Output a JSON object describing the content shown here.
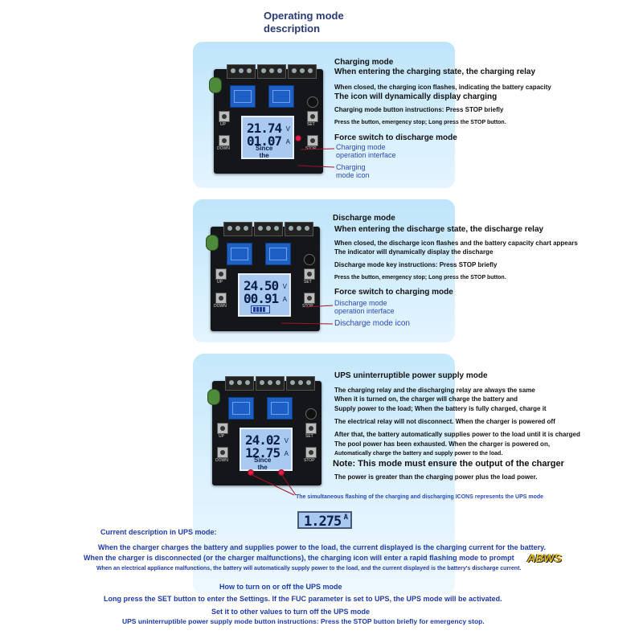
{
  "title": {
    "line1": "Operating mode",
    "line2": "description"
  },
  "panel1": {
    "lcd": {
      "row1": "21.74",
      "unit1": "V",
      "row2": "01.07",
      "unit2": "A",
      "since": "Since\nthe"
    },
    "heading": "Charging mode",
    "lines": [
      "When entering the charging state, the charging relay",
      "When closed, the charging icon flashes, indicating the battery capacity",
      "The icon will dynamically display charging",
      "Charging mode button instructions: Press STOP briefly",
      "Press the button, emergency stop; Long press the STOP button.",
      "Force switch to discharge mode"
    ],
    "ann1": {
      "line1": "Charging mode",
      "line2": "operation interface"
    },
    "ann2": {
      "line1": "Charging",
      "line2": "mode icon"
    }
  },
  "panel2": {
    "lcd": {
      "row1": "24.50",
      "unit1": "V",
      "row2": "00.91",
      "unit2": "A"
    },
    "heading": "Discharge mode",
    "lines": [
      "When entering the discharge state, the discharge relay",
      "When closed, the discharge icon flashes and the battery capacity chart appears",
      "The indicator will dynamically display the discharge",
      "Discharge mode key instructions: Press STOP briefly",
      "Press the button, emergency stop; Long press the STOP button.",
      "Force switch to charging mode"
    ],
    "ann1": {
      "line1": "Discharge mode",
      "line2": "operation interface"
    },
    "ann2": "Discharge mode icon"
  },
  "panel3": {
    "lcd": {
      "row1": "24.02",
      "unit1": "V",
      "row2": "12.75",
      "unit2": "A",
      "since": "Since\nthe"
    },
    "heading": "UPS uninterruptible power supply mode",
    "lines": [
      "The charging relay and the discharging relay are always the same",
      "When it is turned on, the charger will charge the battery and",
      "Supply power to the load; When the battery is fully charged, charge it",
      "The electrical relay will not disconnect. When the charger is powered off",
      "After that, the battery automatically supplies power to the load until it is charged",
      "The pool power has been exhausted. When the charger is powered on,",
      "Automatically charge the battery and supply power to the load.",
      "Note: This mode must ensure the output of the charger",
      "The power is greater than the charging power plus the load power."
    ],
    "caption": "The simultaneous flashing of the charging and discharging ICONS represents the UPS mode"
  },
  "small_lcd": {
    "value": "1.275",
    "unit": "A"
  },
  "current": {
    "heading": "Current description in UPS mode:",
    "lines": [
      "When the charger charges the battery and supplies power to the load, the current displayed is the charging current for the battery.",
      "When the charger is disconnected (or the charger malfunctions), the charging icon will enter a rapid flashing mode to prompt",
      "When an electrical appliance malfunctions, the battery will automatically supply power to the load, and the current displayed is the battery's discharge current."
    ]
  },
  "howto": {
    "lines": [
      "How to turn on or off the UPS mode",
      "Long press the SET button to enter the Settings. If the FUC parameter is set to UPS, the UPS mode will be activated.",
      "Set it to other values to turn off the UPS mode",
      "UPS uninterruptible power supply mode button instructions: Press the STOP button briefly for emergency stop."
    ]
  },
  "board_labels": {
    "up": "UP",
    "down": "DOWN",
    "set": "SET",
    "stop": "STOP"
  },
  "watermark": "ABWS",
  "colors": {
    "panel": "#c5e8fb",
    "heading_blue": "#283a7a",
    "text_blue": "#1e3aa8",
    "marker": "#e0204a",
    "lcd": "#a9c9f0"
  }
}
